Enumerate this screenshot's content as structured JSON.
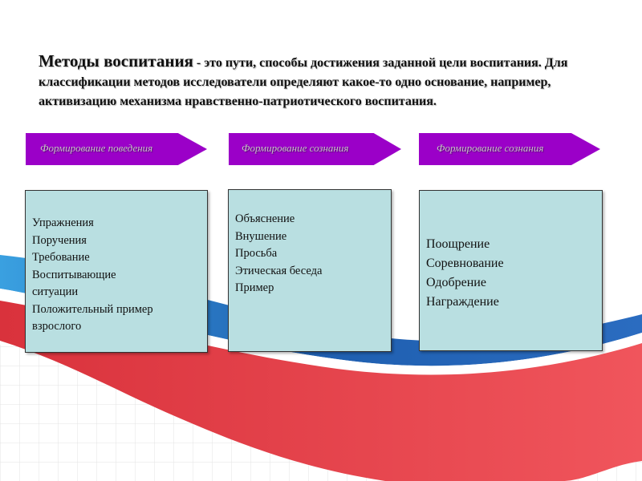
{
  "intro": {
    "term": "Методы воспитания",
    "text": " - это пути, способы достижения заданной цели воспитания. Для классификации методов исследователи определяют какое-то одно основание, например, активизацию механизма нравственно-патриотического воспитания."
  },
  "arrows": [
    {
      "label": "Формирование поведения"
    },
    {
      "label": "Формирование сознания"
    },
    {
      "label": "Формирование сознания"
    }
  ],
  "boxes": [
    {
      "items": [
        "Упражнения",
        "Поручения",
        "Требование",
        "Воспитывающие",
        "ситуации",
        "Положительный пример",
        "взрослого"
      ]
    },
    {
      "items": [
        "Объяснение",
        "Внушение",
        "Просьба",
        "Этическая беседа",
        "Пример"
      ]
    },
    {
      "items": [
        "Поощрение",
        "Соревнование",
        "Одобрение",
        "Награждение"
      ]
    }
  ],
  "colors": {
    "arrow": "#9b00c8",
    "box": "#b9dfe1",
    "wave_blue": "#1f5fb0",
    "wave_red": "#e8424a"
  }
}
